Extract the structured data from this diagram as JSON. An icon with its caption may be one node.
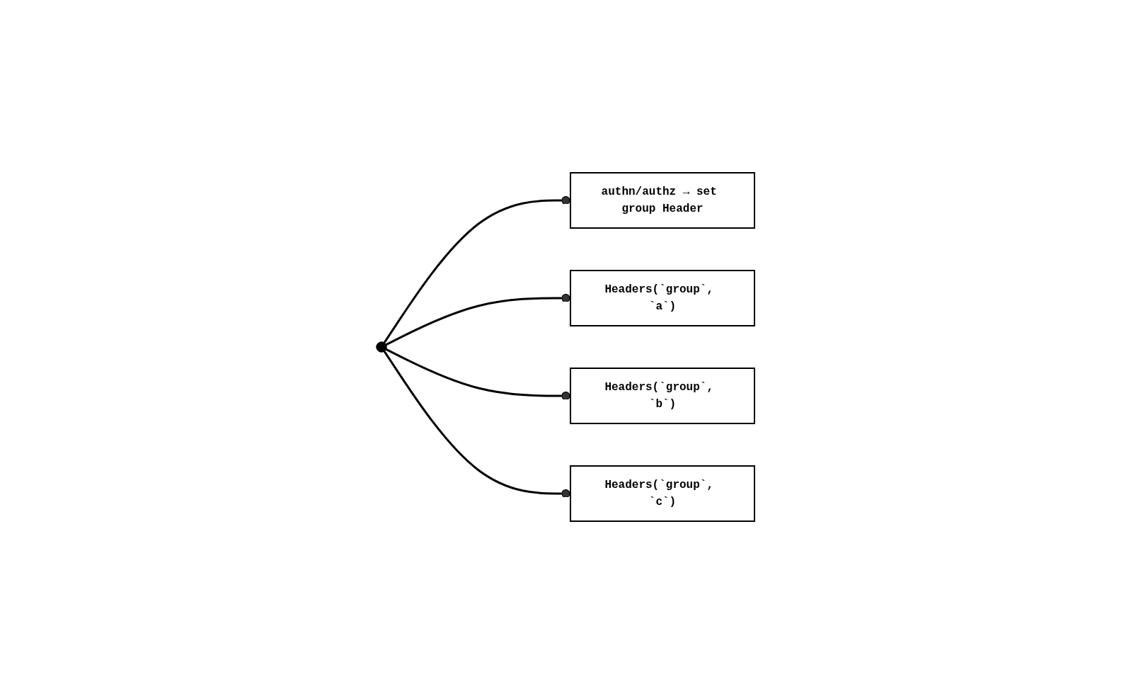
{
  "diagram": {
    "nodes": [
      {
        "text": [],
        "shape": "circle"
      },
      {
        "text": [
          "authn/authz → set group Header"
        ]
      },
      {
        "text": [
          "Headers(`group`, `a`)"
        ]
      },
      {
        "text": [
          "Headers(`group`, `b`)"
        ]
      },
      {
        "text": [
          "Headers(`group`, `c`)"
        ]
      }
    ],
    "edges": [
      {
        "from": 0,
        "to": 1,
        "arrow": "other"
      },
      {
        "from": 0,
        "to": 2,
        "arrow": "other"
      },
      {
        "from": 0,
        "to": 3,
        "arrow": "other"
      },
      {
        "from": 0,
        "to": 4,
        "arrow": "other"
      }
    ]
  }
}
